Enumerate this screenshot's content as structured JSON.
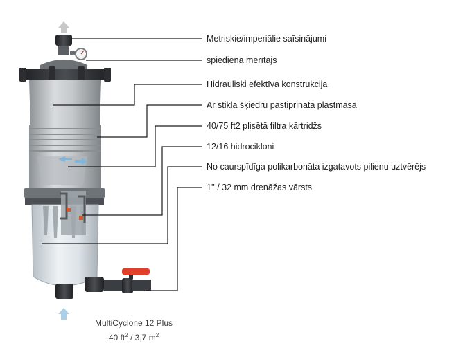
{
  "labels": [
    {
      "text": "Metriskie/imperiālie saīsinājumi"
    },
    {
      "text": "spiediena mērītājs"
    },
    {
      "text": "Hidrauliski efektīva konstrukcija"
    },
    {
      "text": "Ar stikla šķiedru pastiprināta plastmasa"
    },
    {
      "text": "40/75 ft2 plisētā filtra kārtridžs"
    },
    {
      "text": "12/16 hidrocikloni"
    },
    {
      "text": "No caurspīdīga polikarbonāta izgatavots pilienu uztvērējs"
    },
    {
      "text": "1'' / 32 mm drenāžas vārsts"
    }
  ],
  "caption": {
    "model": "MultiCyclone 12 Plus",
    "area_ft": "40 ft",
    "area_sep": " / 3,7 m",
    "sup": "2"
  },
  "colors": {
    "line": "#1a1a1a",
    "arrow": "#b9d9ef",
    "arrow_top": "#c8c8c8",
    "valve_handle": "#e0402a",
    "body": "#c9cdd0",
    "dark_plastic": "#2b2d30"
  }
}
